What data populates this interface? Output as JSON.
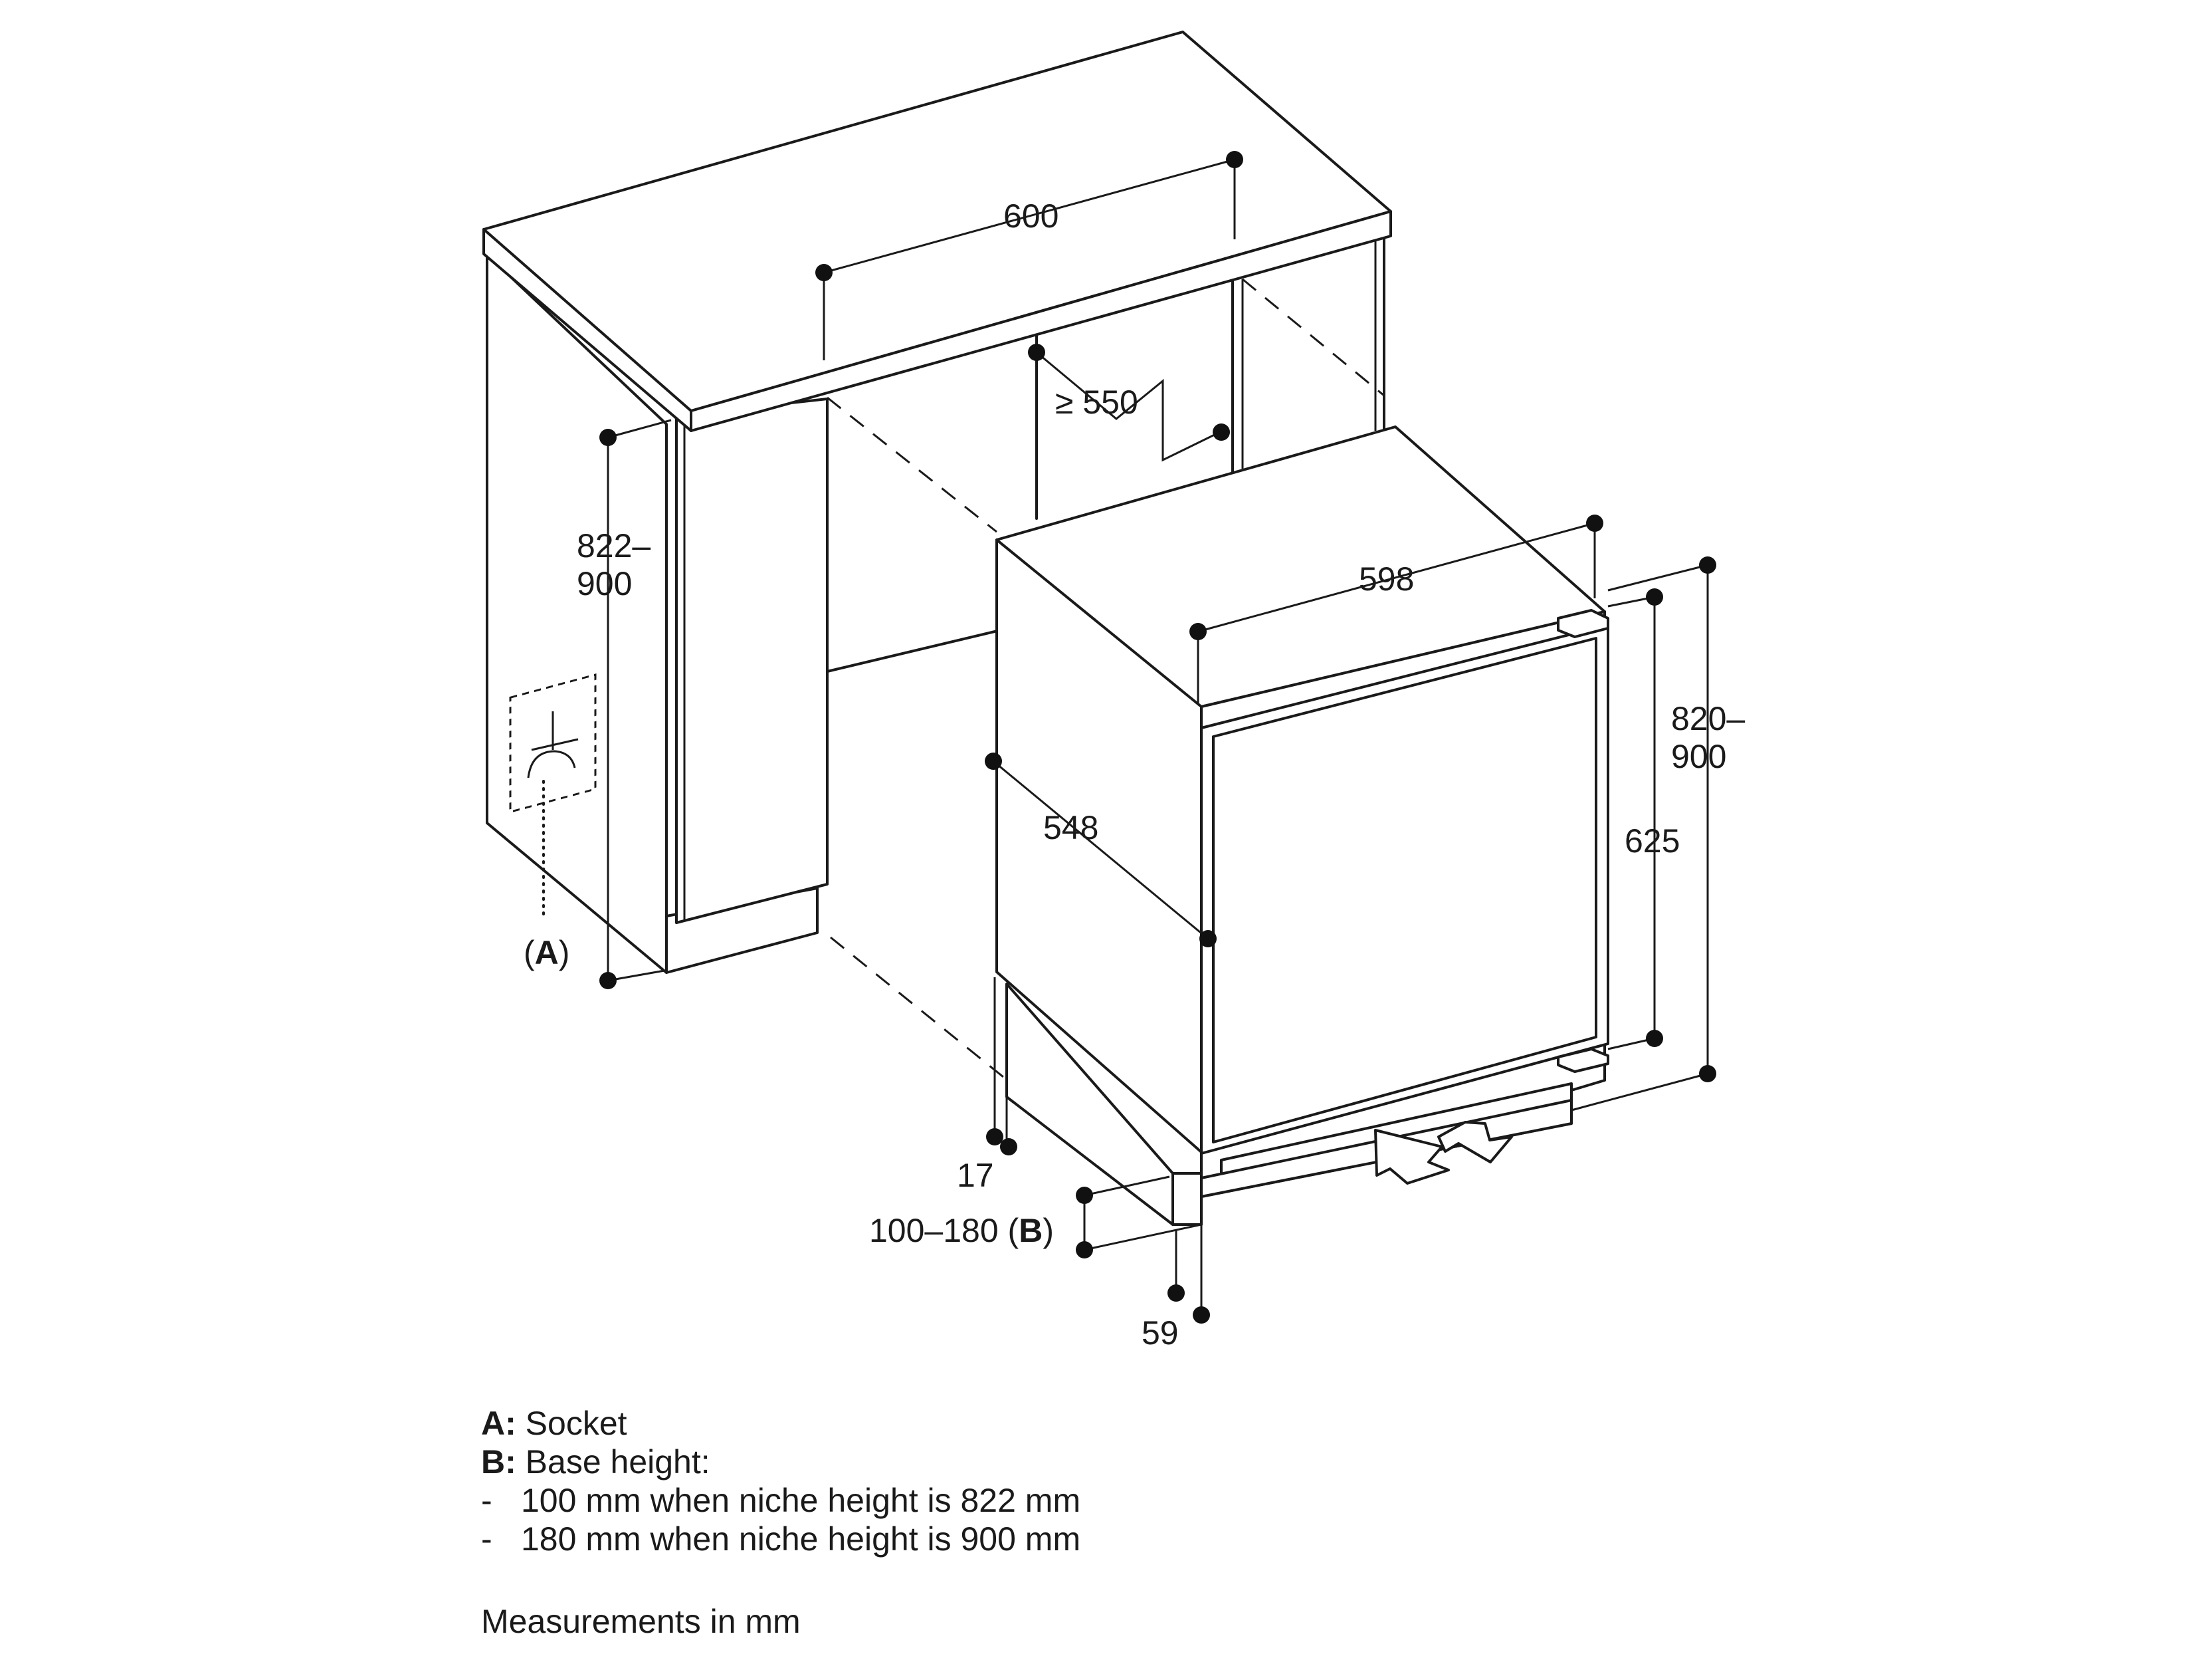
{
  "dimensions": {
    "niche_width": "600",
    "niche_depth": "≥ 550",
    "niche_height_line1": "822–",
    "niche_height_line2": "900",
    "appliance_width": "598",
    "appliance_depth": "548",
    "door_height": "625",
    "appliance_height_line1": "820–",
    "appliance_height_line2": "900",
    "offset_17": "17",
    "base_height_prefix": "100–180 (",
    "base_height_key": "B",
    "base_height_suffix": ")",
    "offset_59": "59",
    "socket_label_open": "(",
    "socket_label_key": "A",
    "socket_label_close": ")"
  },
  "legend": {
    "a_key": "A:",
    "a_text": "Socket",
    "b_key": "B:",
    "b_text": "Base height:",
    "bullet": "-",
    "item1": "100 mm when niche height is 822 mm",
    "item2": "180 mm when niche height is 900 mm"
  },
  "note": "Measurements in mm",
  "colors": {
    "line": "#1a1a1a",
    "background": "#ffffff"
  }
}
